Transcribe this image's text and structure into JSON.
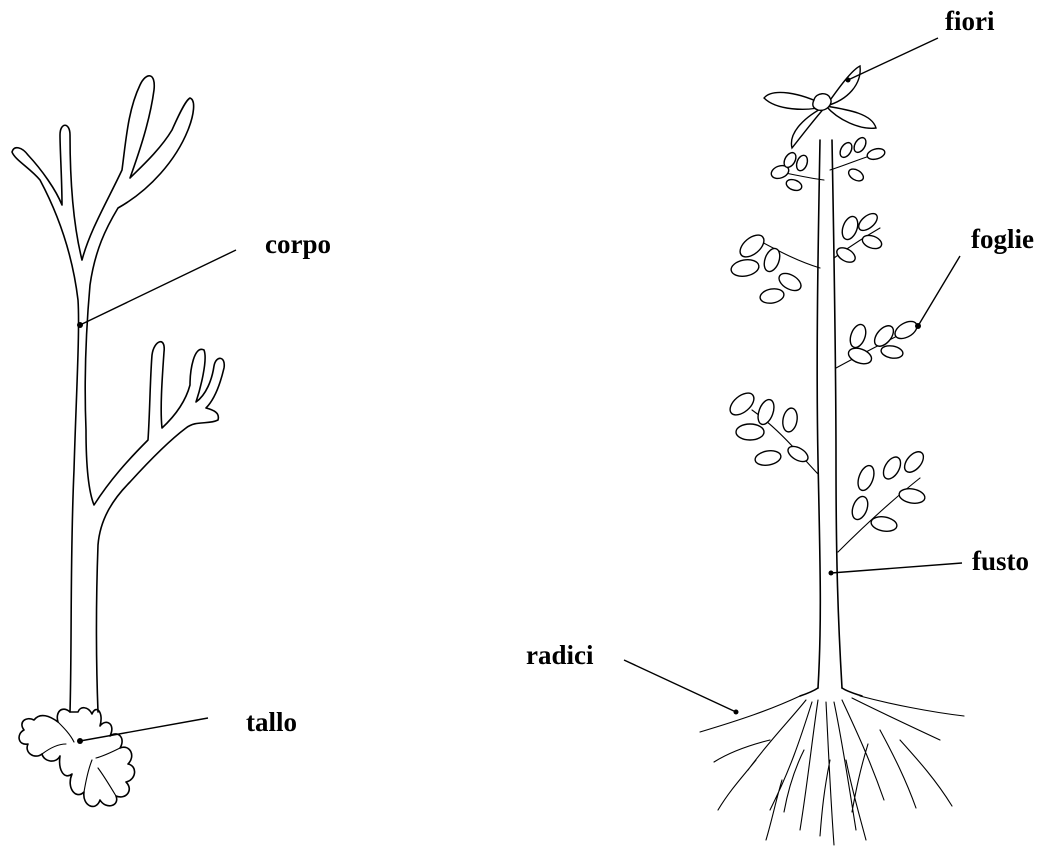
{
  "alga": {
    "labels": {
      "body": "corpo",
      "thallus": "tallo"
    }
  },
  "plant": {
    "labels": {
      "flowers": "fiori",
      "leaves": "foglie",
      "stem": "fusto",
      "roots": "radici"
    }
  }
}
